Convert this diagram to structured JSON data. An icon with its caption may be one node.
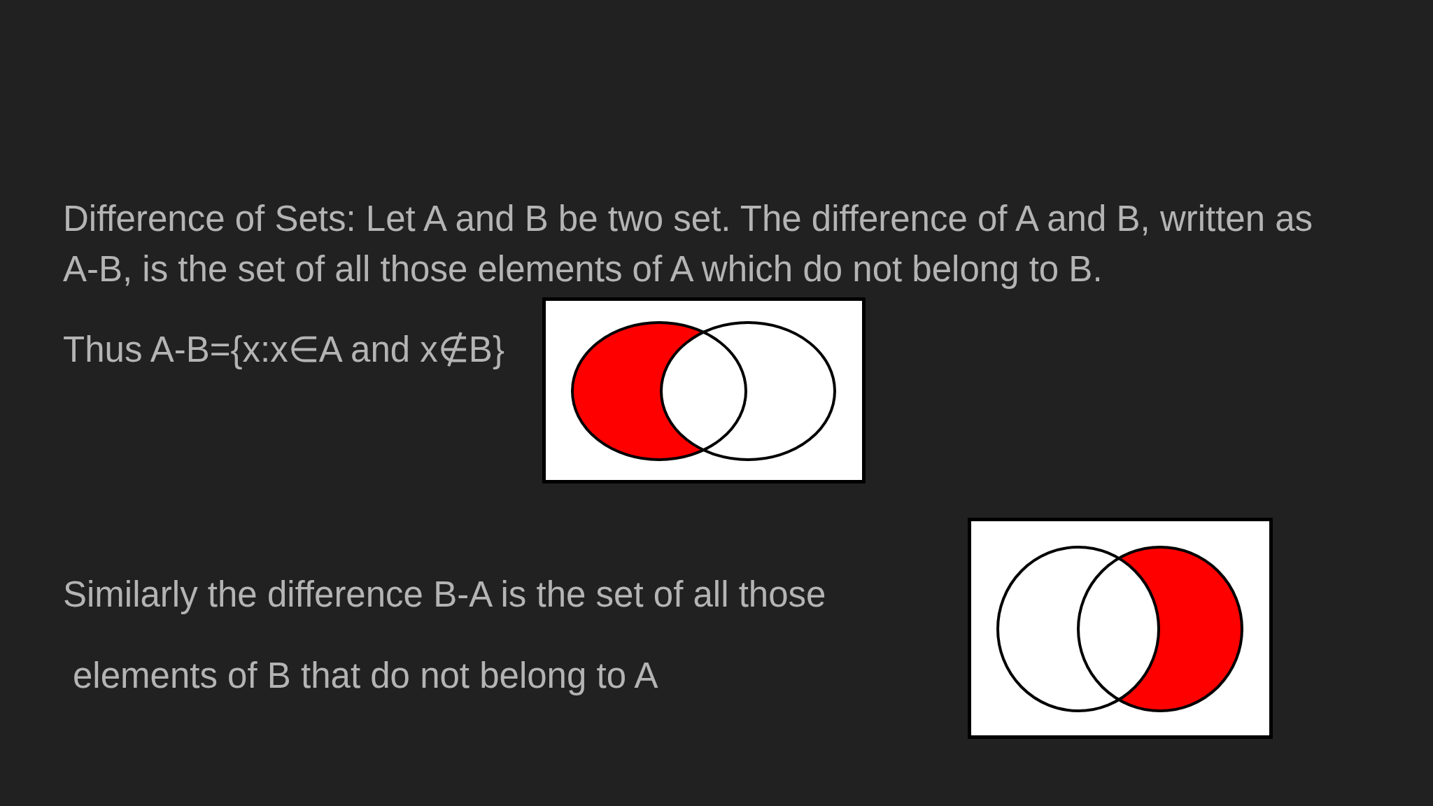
{
  "diagram": {
    "labels": [
      "Difference of Sets: Let A and B be two set. The difference of A and B, written as A-B, is the set of all those elements of A which do not belong to B.",
      "Thus A-B={x:x∈A and x∉B}",
      "Similarly the difference B-A is the set of all those",
      "elements of B that do not belong to A"
    ]
  }
}
